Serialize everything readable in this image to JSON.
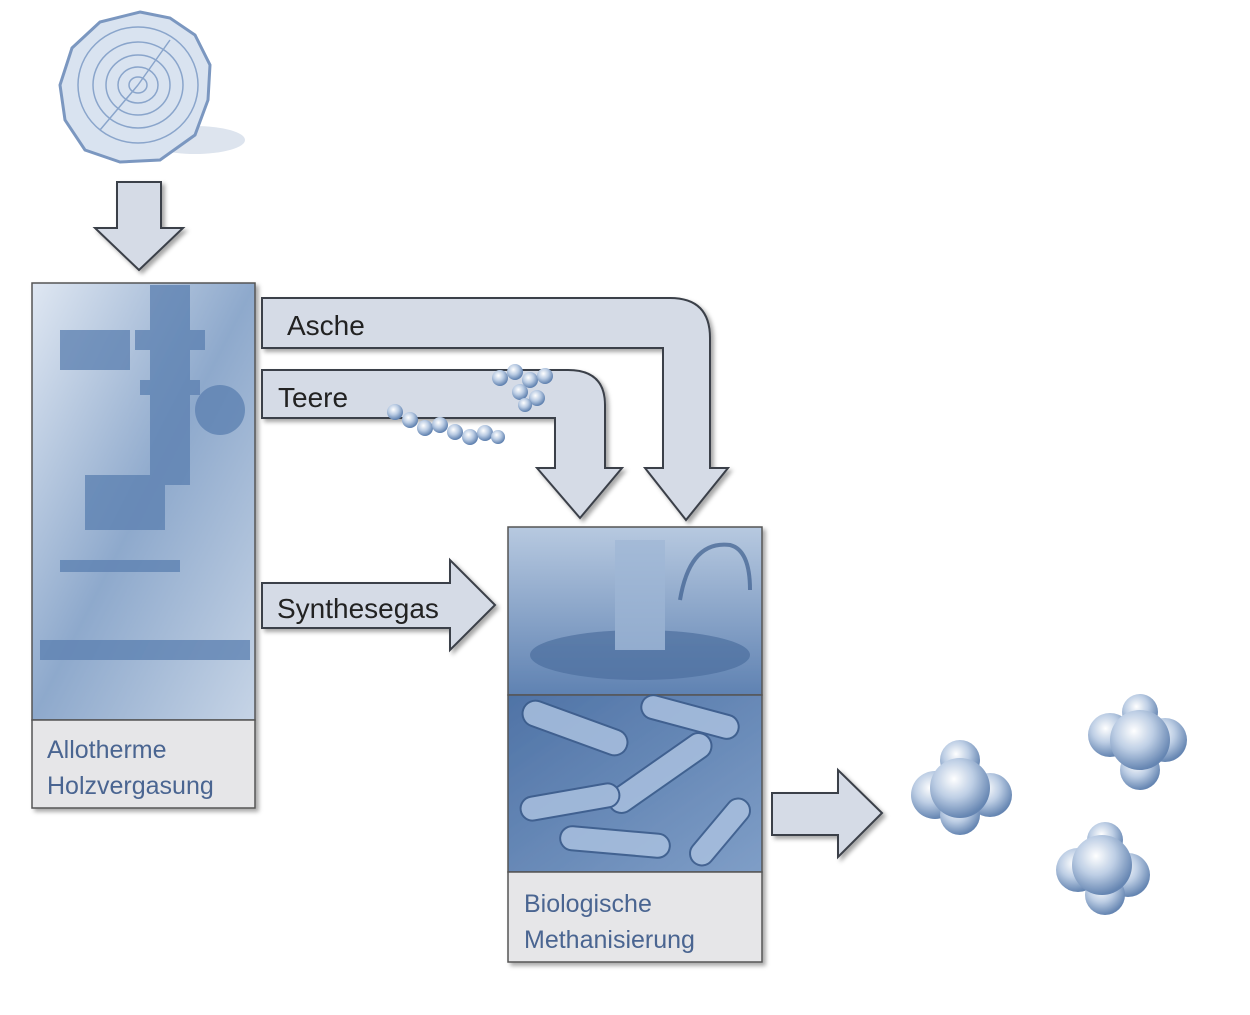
{
  "colors": {
    "accent": "#5a7fb0",
    "arrow_fill": "#d5dbe6",
    "arrow_stroke": "#3a3f48",
    "label_box": "#e6e6e8"
  },
  "input": {
    "icon": "wood-log-icon"
  },
  "gasification": {
    "line1": "Allotherme",
    "line2": "Holzvergasung"
  },
  "methanation": {
    "line1": "Biologische",
    "line2": "Methanisierung"
  },
  "flows": {
    "ash": "Asche",
    "tar": "Teere",
    "syngas": "Synthesegas"
  },
  "output": {
    "icon": "methane-molecule-icon"
  }
}
